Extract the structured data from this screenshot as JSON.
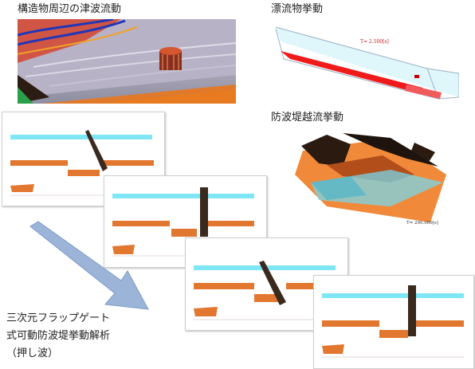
{
  "captions": {
    "tsunami": "構造物周辺の津波流動",
    "drift": "漂流物挙動",
    "overflow": "防波堤越流挙動",
    "analysis_line1": "三次元フラップゲート",
    "analysis_line2": "式可動防波堤挙動解析",
    "analysis_line3": "（押し波）"
  },
  "drift_readout": "T=   2.500[s]",
  "overflow_readout": "T=   290.000[s]",
  "colors": {
    "water_band": "#7fe6f6",
    "gate_body": "#e2772f",
    "flap": "#3a2a1e",
    "arrow": "#9bb4d8"
  },
  "icons": {
    "flow_arrow": "large-diagonal-arrow"
  }
}
